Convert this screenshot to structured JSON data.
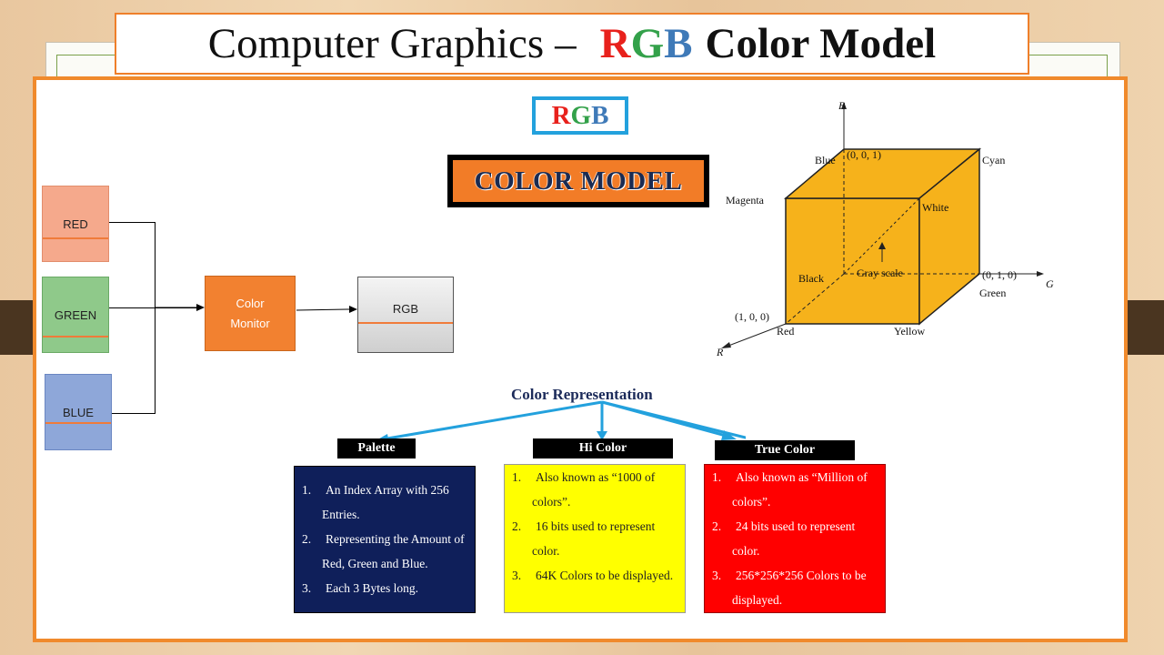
{
  "title": {
    "prefix": "Computer Graphics",
    "dash": "–",
    "r": "R",
    "g": "G",
    "b": "B",
    "suffix": "Color Model"
  },
  "badge": {
    "r": "R",
    "g": "G",
    "b": "B"
  },
  "color_model_label": "COLOR MODEL",
  "diagram": {
    "red": "RED",
    "green": "GREEN",
    "blue": "BLUE",
    "monitor_line1": "Color",
    "monitor_line2": "Monitor",
    "output": "RGB"
  },
  "cube": {
    "axis_b": "B",
    "axis_g": "G",
    "axis_r": "R",
    "blue": "Blue",
    "blue_coord": "(0, 0, 1)",
    "cyan": "Cyan",
    "magenta": "Magenta",
    "white": "White",
    "black": "Black",
    "gray_scale": "Gray scale",
    "green_coord": "(0, 1, 0)",
    "green": "Green",
    "red_coord": "(1, 0, 0)",
    "red": "Red",
    "yellow": "Yellow"
  },
  "representation": {
    "title": "Color Representation",
    "palette": {
      "header": "Palette",
      "items": [
        {
          "num": "1.",
          "text": "An Index Array with 256 Entries."
        },
        {
          "num": "2.",
          "text": "Representing the Amount of Red, Green and Blue."
        },
        {
          "num": "3.",
          "text": "Each 3 Bytes long."
        }
      ]
    },
    "hicolor": {
      "header": "Hi Color",
      "items": [
        {
          "num": "1.",
          "text": "Also known as “1000 of colors”."
        },
        {
          "num": "2.",
          "text": "16 bits used to represent color."
        },
        {
          "num": "3.",
          "text": "64K Colors to be displayed."
        }
      ]
    },
    "truecolor": {
      "header": "True Color",
      "items": [
        {
          "num": "1.",
          "text": "Also known as “Million of colors”."
        },
        {
          "num": "2.",
          "text": "24 bits used to represent color."
        },
        {
          "num": "3.",
          "text": "256*256*256 Colors to be displayed."
        }
      ]
    }
  },
  "colors": {
    "accent_orange": "#f08a2c",
    "rgb_red": "#e8211c",
    "rgb_green": "#33a14a",
    "rgb_blue": "#3f7ab8",
    "cube_fill": "#f6b21b",
    "arrow_blue": "#23a1dd"
  }
}
